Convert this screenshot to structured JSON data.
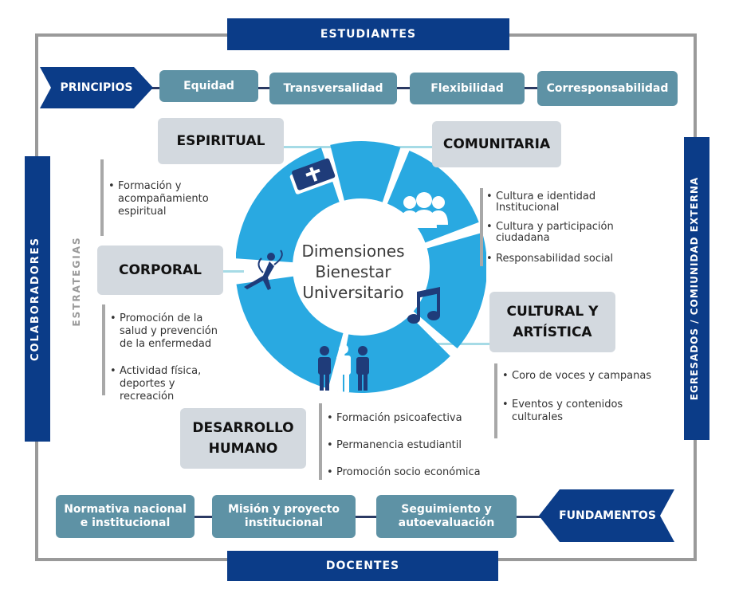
{
  "stakeholders": {
    "top": "ESTUDIANTES",
    "bottom": "DOCENTES",
    "left": "COLABORADORES",
    "right": "EGRESADOS / COMIUNIDAD EXTERNA"
  },
  "principios": {
    "label": "PRINCIPIOS",
    "items": [
      "Equidad",
      "Transversalidad",
      "Flexibilidad",
      "Corresponsabilidad"
    ]
  },
  "fundamentos": {
    "label": "FUNDAMENTOS",
    "items": [
      "Normativa nacional e institucional",
      "Misión y proyecto institucional",
      "Seguimiento y autoevaluación"
    ]
  },
  "estrategias_label": "ESTRATEGIAS",
  "center": {
    "line1": "Dimensiones",
    "line2": "Bienestar",
    "line3": "Universitario"
  },
  "dimensions": {
    "espiritual": {
      "title": "ESPIRITUAL",
      "items": [
        "Formación y acompañamiento espiritual"
      ]
    },
    "comunitaria": {
      "title": "COMUNITARIA",
      "items": [
        "Cultura e identidad Institucional",
        "Cultura  y participación ciudadana",
        "Responsabilidad social"
      ]
    },
    "corporal": {
      "title": "CORPORAL",
      "items": [
        "Promoción de la salud y prevención de la enfermedad",
        "Actividad física, deportes y recreación"
      ]
    },
    "cultural": {
      "title_line1": "CULTURAL Y",
      "title_line2": "ARTÍSTICA",
      "items": [
        "Coro de voces  y campanas",
        "Eventos y contenidos culturales"
      ]
    },
    "desarrollo": {
      "title_line1": "DESARROLLO",
      "title_line2": "HUMANO",
      "items": [
        "Formación psicoafectiva",
        "Permanencia estudiantil",
        "Promoción socio económica"
      ]
    }
  },
  "icons": [
    "bible-icon",
    "community-icon",
    "music-note-icon",
    "people-icon",
    "gymnast-icon"
  ],
  "colors": {
    "navy": "#0b3c88",
    "teal": "#5e92a5",
    "ring": "#29a9e1",
    "grey_box": "#d3d9df",
    "frame": "#9a9a9a"
  }
}
